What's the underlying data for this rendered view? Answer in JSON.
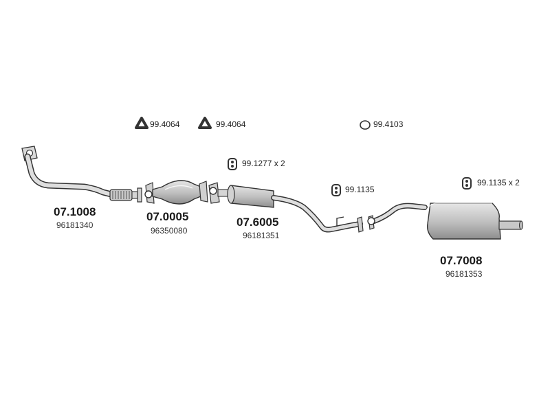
{
  "parts": [
    {
      "code": "07.1008",
      "oem": "96181340",
      "name": "front-pipe"
    },
    {
      "code": "07.0005",
      "oem": "96350080",
      "name": "catalytic-converter"
    },
    {
      "code": "07.6005",
      "oem": "96181351",
      "name": "center-silencer"
    },
    {
      "code": "07.7008",
      "oem": "96181353",
      "name": "rear-silencer"
    }
  ],
  "fittings": [
    {
      "ref": "99.4064",
      "icon": "triangle-gasket-icon"
    },
    {
      "ref": "99.4064",
      "icon": "triangle-gasket-icon"
    },
    {
      "ref": "99.4103",
      "icon": "ring-gasket-icon"
    },
    {
      "ref": "99.1277 x 2",
      "icon": "rubber-mount-icon"
    },
    {
      "ref": "99.1135",
      "icon": "rubber-mount-icon"
    },
    {
      "ref": "99.1135 x 2",
      "icon": "rubber-mount-icon"
    }
  ],
  "colors": {
    "outline": "#333333",
    "metal_fill": "#c4c4c4",
    "metal_dark": "#9a9a9a"
  }
}
